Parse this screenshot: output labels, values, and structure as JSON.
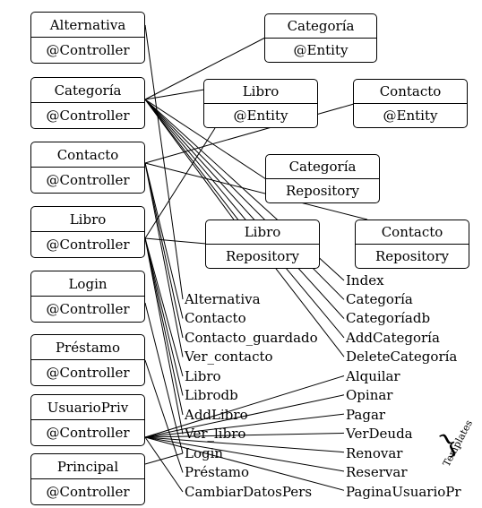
{
  "controllers": [
    {
      "id": "alternativa",
      "name": "Alternativa",
      "stereotype": "@Controller"
    },
    {
      "id": "categoria",
      "name": "Categoría",
      "stereotype": "@Controller"
    },
    {
      "id": "contacto",
      "name": "Contacto",
      "stereotype": "@Controller"
    },
    {
      "id": "libro",
      "name": "Libro",
      "stereotype": "@Controller"
    },
    {
      "id": "login",
      "name": "Login",
      "stereotype": "@Controller"
    },
    {
      "id": "prestamo",
      "name": "Préstamo",
      "stereotype": "@Controller"
    },
    {
      "id": "usuariopriv",
      "name": "UsuarioPriv",
      "stereotype": "@Controller"
    },
    {
      "id": "principal",
      "name": "Principal",
      "stereotype": "@Controller"
    }
  ],
  "entities": [
    {
      "id": "categoria",
      "name": "Categoría",
      "stereotype": "@Entity"
    },
    {
      "id": "libro",
      "name": "Libro",
      "stereotype": "@Entity"
    },
    {
      "id": "contacto",
      "name": "Contacto",
      "stereotype": "@Entity"
    }
  ],
  "repositories": [
    {
      "id": "categoria",
      "name": "Categoría",
      "stereotype": "Repository"
    },
    {
      "id": "libro",
      "name": "Libro",
      "stereotype": "Repository"
    },
    {
      "id": "contacto",
      "name": "Contacto",
      "stereotype": "Repository"
    }
  ],
  "templates_left": [
    "Alternativa",
    "Contacto",
    "Contacto_guardado",
    "Ver_contacto",
    "Libro",
    "Librodb",
    "AddLibro",
    "Ver_libro",
    "Login",
    "Préstamo",
    "CambiarDatosPers"
  ],
  "templates_right": [
    "Index",
    "Categoría",
    "Categoríadb",
    "AddCategoría",
    "DeleteCategoría",
    "Alquilar",
    "Opinar",
    "Pagar",
    "VerDeuda",
    "Renovar",
    "Reservar",
    "PaginaUsuarioPr"
  ],
  "templates_tag": {
    "brace": "}",
    "label": "Templates"
  },
  "connections": [
    {
      "from": "controller.alternativa",
      "to": "tplL.Alternativa"
    },
    {
      "from": "controller.categoria",
      "to": "entity.categoria"
    },
    {
      "from": "controller.categoria",
      "to": "entity.libro"
    },
    {
      "from": "controller.categoria",
      "to": "repo.categoria"
    },
    {
      "from": "controller.categoria",
      "to": "repo.libro"
    },
    {
      "from": "controller.categoria",
      "to": "tplR.Index"
    },
    {
      "from": "controller.categoria",
      "to": "tplR.Categoría"
    },
    {
      "from": "controller.categoria",
      "to": "tplR.Categoríadb"
    },
    {
      "from": "controller.categoria",
      "to": "tplR.AddCategoría"
    },
    {
      "from": "controller.categoria",
      "to": "tplR.DeleteCategoría"
    },
    {
      "from": "controller.contacto",
      "to": "entity.contacto"
    },
    {
      "from": "controller.contacto",
      "to": "repo.contacto"
    },
    {
      "from": "controller.contacto",
      "to": "tplL.Contacto"
    },
    {
      "from": "controller.contacto",
      "to": "tplL.Contacto_guardado"
    },
    {
      "from": "controller.contacto",
      "to": "tplL.Ver_contacto"
    },
    {
      "from": "controller.libro",
      "to": "entity.libro"
    },
    {
      "from": "controller.libro",
      "to": "repo.libro"
    },
    {
      "from": "controller.libro",
      "to": "tplL.Libro"
    },
    {
      "from": "controller.libro",
      "to": "tplL.Librodb"
    },
    {
      "from": "controller.libro",
      "to": "tplL.AddLibro"
    },
    {
      "from": "controller.libro",
      "to": "tplL.Ver_libro"
    },
    {
      "from": "controller.login",
      "to": "tplL.Login"
    },
    {
      "from": "controller.prestamo",
      "to": "tplL.Préstamo"
    },
    {
      "from": "controller.usuariopriv",
      "to": "tplL.CambiarDatosPers"
    },
    {
      "from": "controller.usuariopriv",
      "to": "tplR.Alquilar"
    },
    {
      "from": "controller.usuariopriv",
      "to": "tplR.Opinar"
    },
    {
      "from": "controller.usuariopriv",
      "to": "tplR.Pagar"
    },
    {
      "from": "controller.usuariopriv",
      "to": "tplR.VerDeuda"
    },
    {
      "from": "controller.usuariopriv",
      "to": "tplR.Renovar"
    },
    {
      "from": "controller.usuariopriv",
      "to": "tplR.Reservar"
    },
    {
      "from": "controller.usuariopriv",
      "to": "tplR.PaginaUsuarioPr"
    },
    {
      "from": "controller.principal",
      "to": "tplL.Login"
    }
  ]
}
